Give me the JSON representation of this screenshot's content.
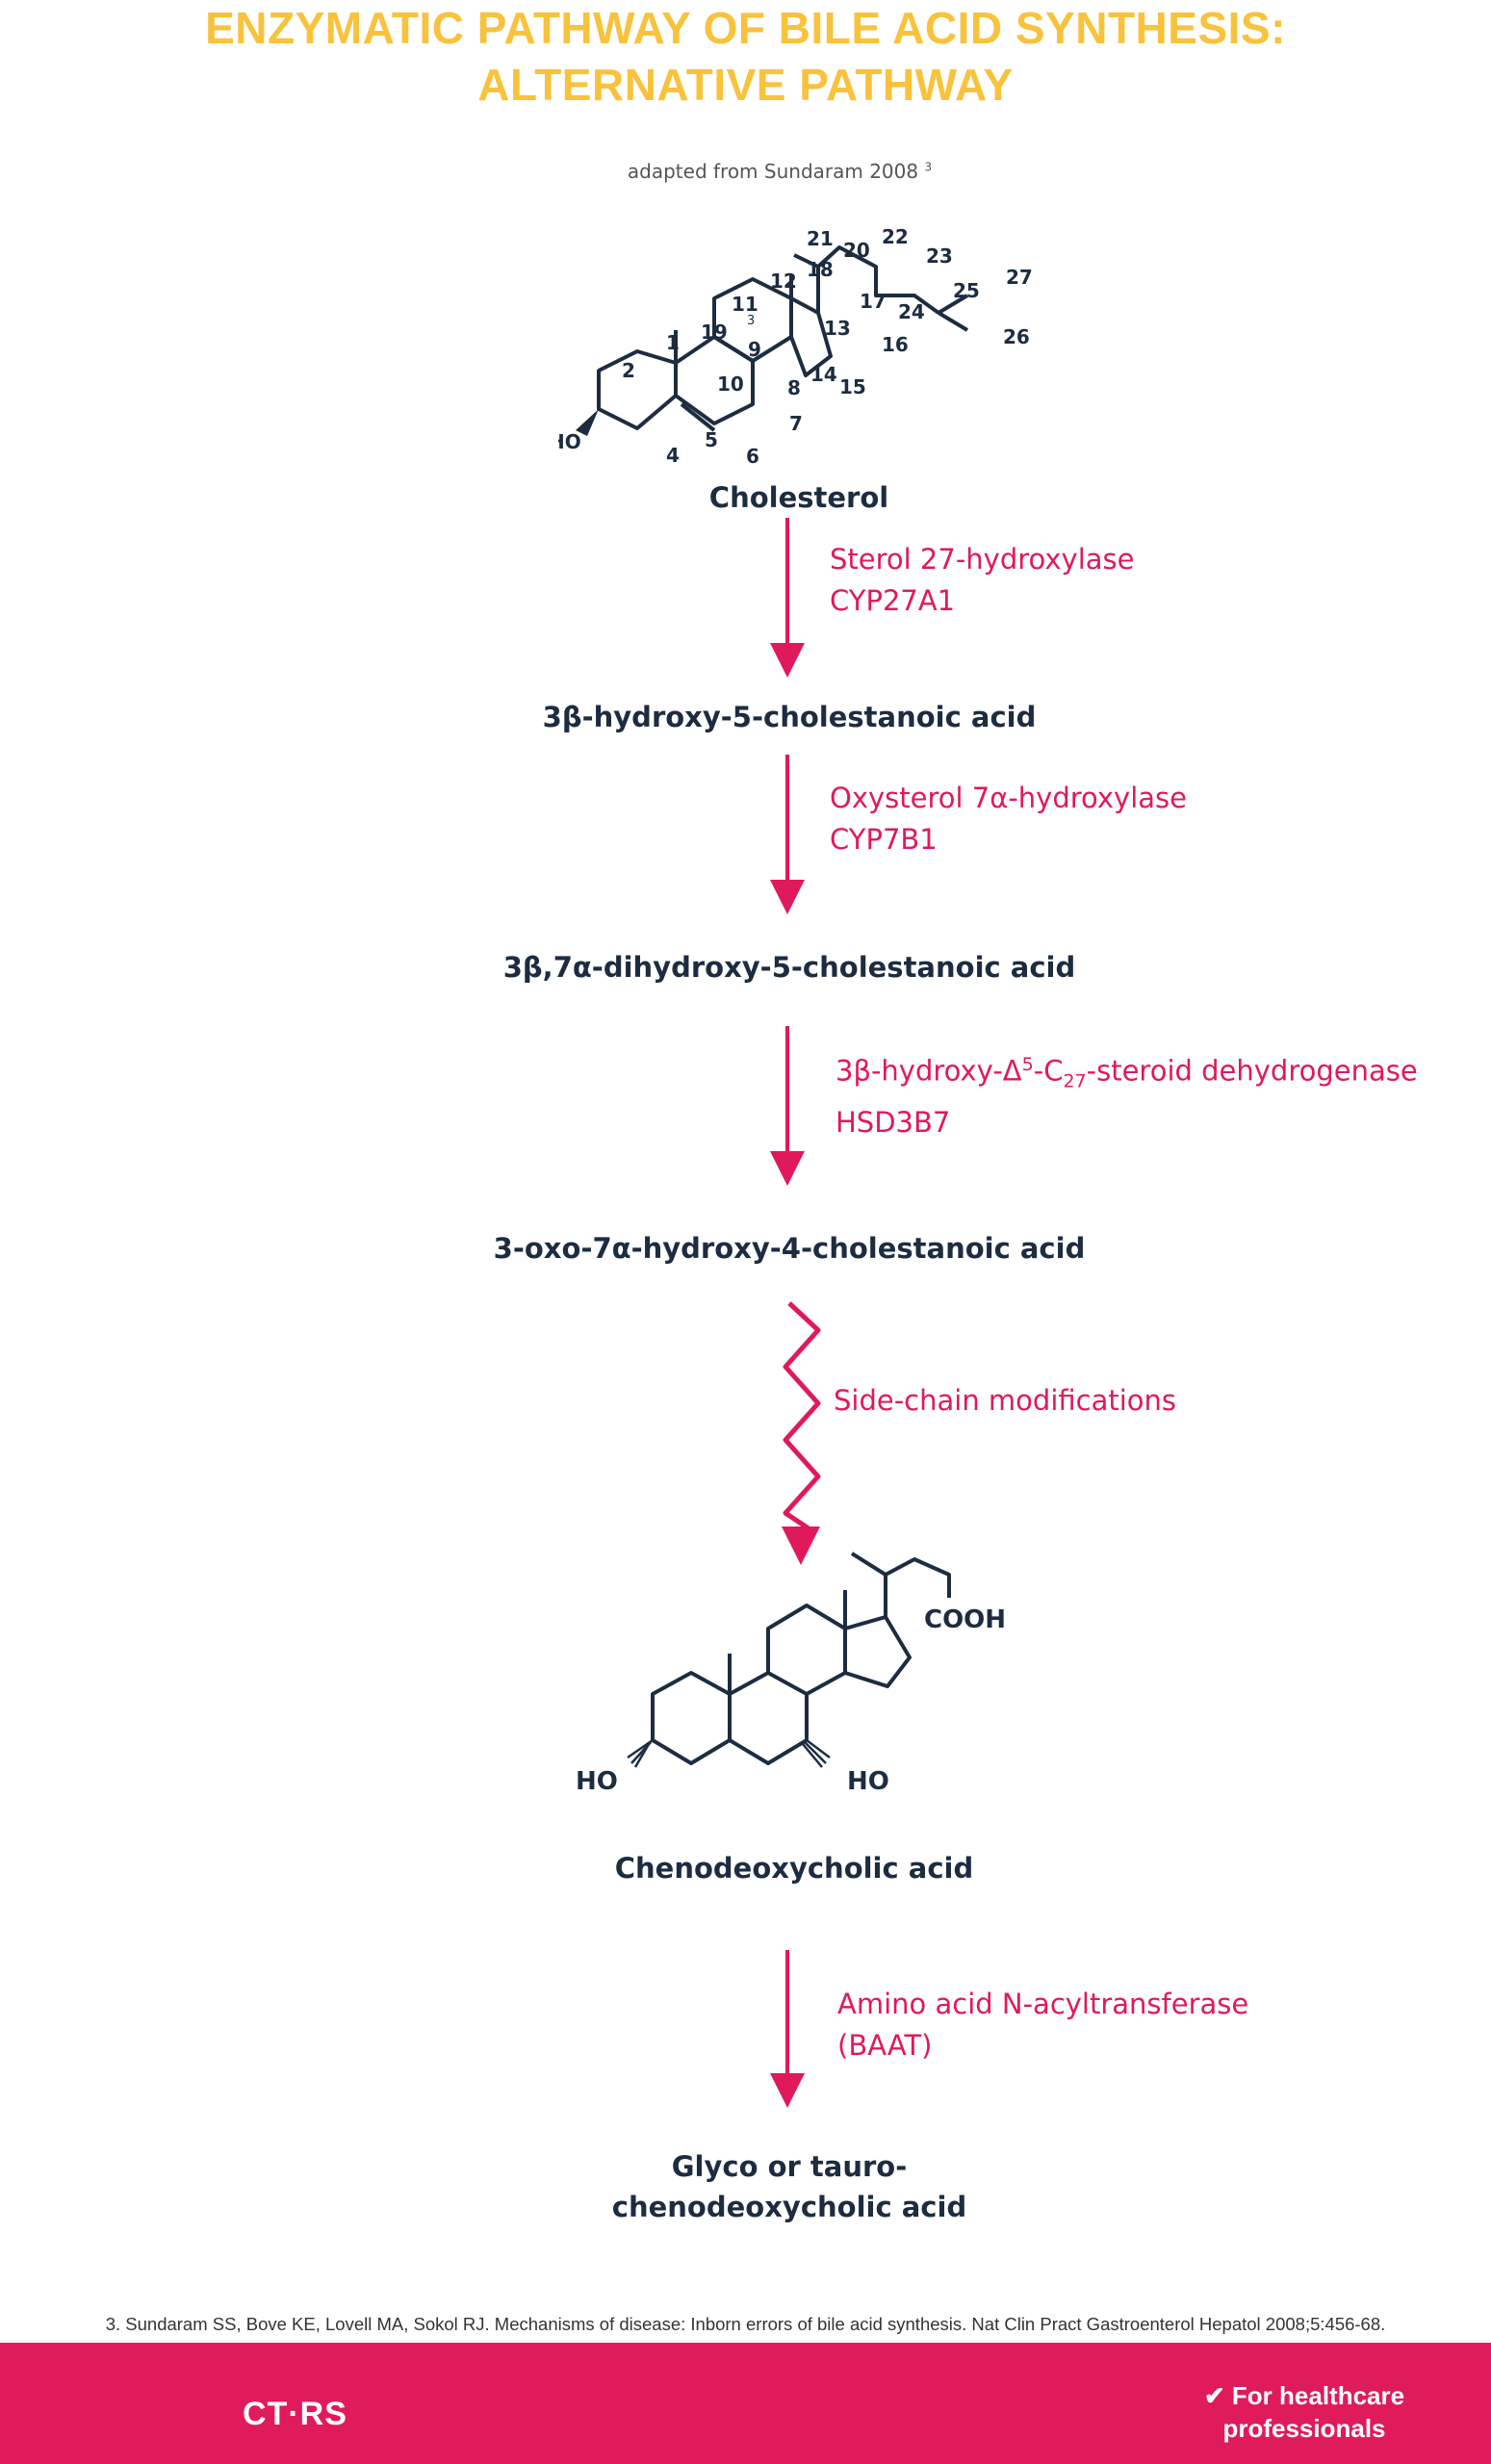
{
  "title": {
    "line1": "ENZYMATIC PATHWAY OF BILE ACID SYNTHESIS:",
    "line2": "ALTERNATIVE PATHWAY"
  },
  "subtitle": "adapted from Sundaram 2008",
  "subtitle_ref": "3",
  "structure_labels": {
    "cholesterol_atoms": [
      "1",
      "2",
      "3",
      "4",
      "5",
      "6",
      "7",
      "8",
      "9",
      "10",
      "11",
      "12",
      "13",
      "14",
      "15",
      "16",
      "17",
      "18",
      "19",
      "20",
      "21",
      "22",
      "23",
      "24",
      "25",
      "26",
      "27"
    ],
    "ho": "HO",
    "cooh": "COOH"
  },
  "compounds": {
    "cholesterol": "Cholesterol",
    "c1": "3β-hydroxy-5-cholestanoic acid",
    "c2": "3β,7α-dihydroxy-5-cholestanoic acid",
    "c3": "3-oxo-7α-hydroxy-4-cholestanoic acid",
    "cdca": "Chenodeoxycholic acid",
    "final_line1": "Glyco or tauro-",
    "final_line2": "chenodeoxycholic acid"
  },
  "enzymes": {
    "e1_name": "Sterol 27-hydroxylase",
    "e1_gene": "CYP27A1",
    "e2_name": "Oxysterol 7α-hydroxylase",
    "e2_gene": "CYP7B1",
    "e3_prefix": "3β-hydroxy-Δ",
    "e3_sup": "5",
    "e3_mid": "-C",
    "e3_sub": "27",
    "e3_suffix": "-steroid dehydrogenase",
    "e3_gene": "HSD3B7",
    "side_chain": "Side-chain modifications",
    "e4_name": "Amino acid N-acyltransferase",
    "e4_gene": "(BAAT)"
  },
  "footnote": "3. Sundaram SS, Bove KE, Lovell MA, Sokol RJ. Mechanisms of disease: Inborn errors of bile acid synthesis. Nat Clin Pract Gastroenterol Hepatol 2008;5:456-68.",
  "footer": {
    "logo": "CT·RS",
    "hcp_line1": "For healthcare",
    "hcp_line2": "professionals"
  },
  "colors": {
    "title": "#f9c23c",
    "arrow": "#e0195a",
    "text": "#1d2c40",
    "footer": "#df1b5b"
  }
}
